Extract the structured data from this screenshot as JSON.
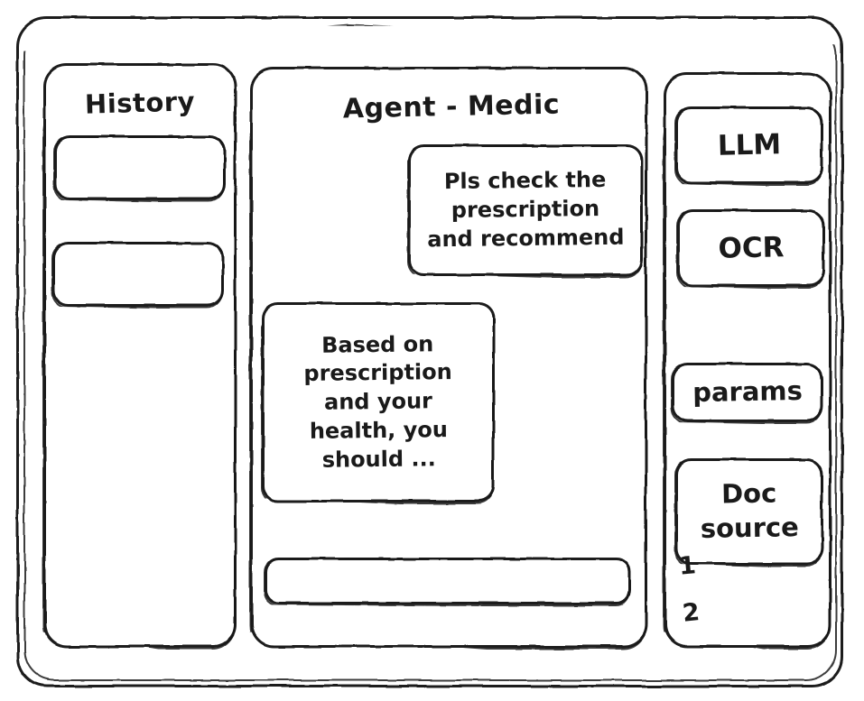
{
  "window": {
    "title": "Agent - Medic"
  },
  "sidebar_left": {
    "title": "History",
    "items": [
      {
        "label": ""
      },
      {
        "label": ""
      }
    ]
  },
  "main": {
    "header": "Agent - Medic",
    "messages": [
      {
        "role": "user",
        "text": "Pls check the\nprescription\nand recommend"
      },
      {
        "role": "agent",
        "text": "Based on\nprescription\nand your\nhealth, you\nshould ..."
      }
    ],
    "composer": {
      "value": "",
      "placeholder": ""
    }
  },
  "sidebar_right": {
    "tools": [
      {
        "label": "LLM"
      },
      {
        "label": "OCR"
      }
    ],
    "settings": [
      {
        "label": "params"
      }
    ],
    "doc_source": {
      "label": "Doc\nsource",
      "items": [
        {
          "label": "1"
        },
        {
          "label": "2"
        }
      ]
    }
  },
  "style": {
    "stroke": "#1a1a1a",
    "background": "#ffffff"
  }
}
